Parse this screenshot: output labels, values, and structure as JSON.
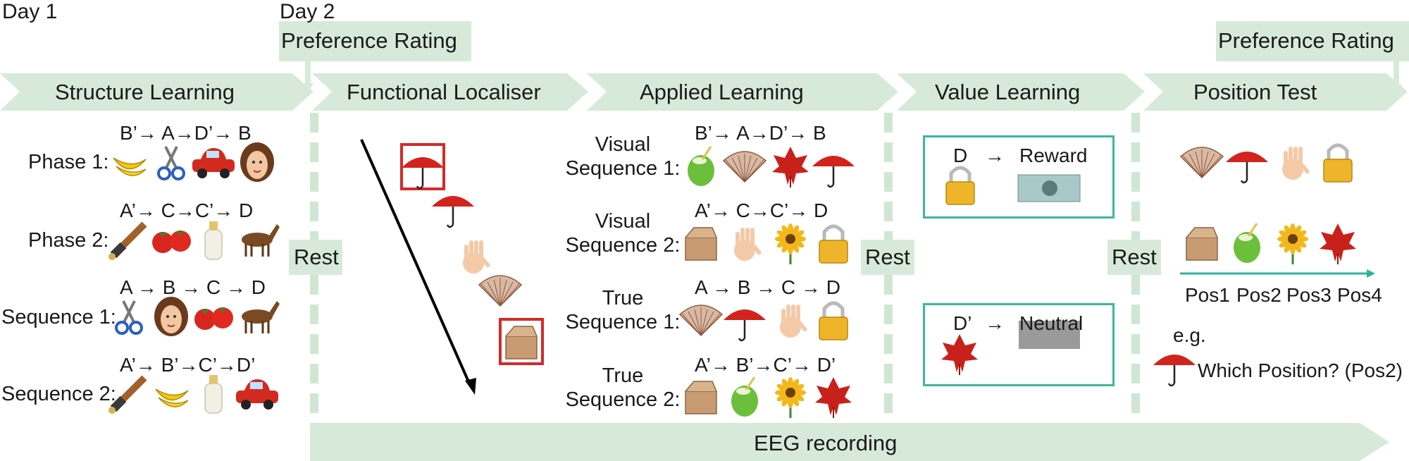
{
  "days": {
    "day1": "Day 1",
    "day2": "Day 2"
  },
  "pref_rating_left": "Preference Rating",
  "pref_rating_right": "Preference Rating",
  "stages": [
    "Structure Learning",
    "Functional Localiser",
    "Applied Learning",
    "Value Learning",
    "Position Test"
  ],
  "rest_label": "Rest",
  "eeg_label": "EEG recording",
  "structure": {
    "rows": [
      {
        "label": "Phase 1:",
        "letters": "B’→ A→D’→ B",
        "items": [
          "banana",
          "scissors",
          "car",
          "face"
        ]
      },
      {
        "label": "Phase 2:",
        "letters": "A’→ C→C’→ D",
        "items": [
          "telescope",
          "tomatoes",
          "bottle",
          "horse"
        ]
      },
      {
        "label": "Sequence 1:",
        "letters": "A → B → C → D",
        "items": [
          "scissors",
          "face",
          "tomatoes",
          "horse"
        ]
      },
      {
        "label": "Sequence 2:",
        "letters": "A’→ B’→C’→D’",
        "items": [
          "telescope",
          "banana",
          "bottle",
          "car"
        ]
      }
    ]
  },
  "localiser": {
    "items": [
      "umbrella",
      "umbrella",
      "hand",
      "fan",
      "box"
    ]
  },
  "applied": {
    "rows": [
      {
        "label": [
          "Visual",
          "Sequence 1:"
        ],
        "letters": "B’→ A→D’→ B",
        "items": [
          "coconut",
          "fan",
          "leaf",
          "umbrella"
        ]
      },
      {
        "label": [
          "Visual",
          "Sequence 2:"
        ],
        "letters": "A’→ C→C’→ D",
        "items": [
          "box",
          "hand",
          "sunflower",
          "lock"
        ]
      },
      {
        "label": [
          "True",
          "Sequence 1:"
        ],
        "letters": "A → B → C → D",
        "items": [
          "fan",
          "umbrella",
          "hand",
          "lock"
        ]
      },
      {
        "label": [
          "True",
          "Sequence 2:"
        ],
        "letters": "A’→ B’→C’→ D’",
        "items": [
          "box",
          "coconut",
          "sunflower",
          "leaf"
        ]
      }
    ]
  },
  "value": {
    "reward": {
      "stim": "D",
      "arrow": "→",
      "outcome": "Reward"
    },
    "neutral": {
      "stim": "D’",
      "arrow": "→",
      "outcome": "Neutral"
    }
  },
  "position": {
    "row1": [
      "fan",
      "umbrella",
      "hand",
      "lock"
    ],
    "row2": [
      "box",
      "coconut",
      "sunflower",
      "leaf"
    ],
    "positions": [
      "Pos1",
      "Pos2",
      "Pos3",
      "Pos4"
    ],
    "eg": "e.g.",
    "question": "Which Position? (Pos2)"
  },
  "colors": {
    "banner": "#d7ead9",
    "rest_dash": "#cfe6d3",
    "box_border": "#3bb89a",
    "arrow": "#2ab59b",
    "highlight": "#d42a2a"
  }
}
